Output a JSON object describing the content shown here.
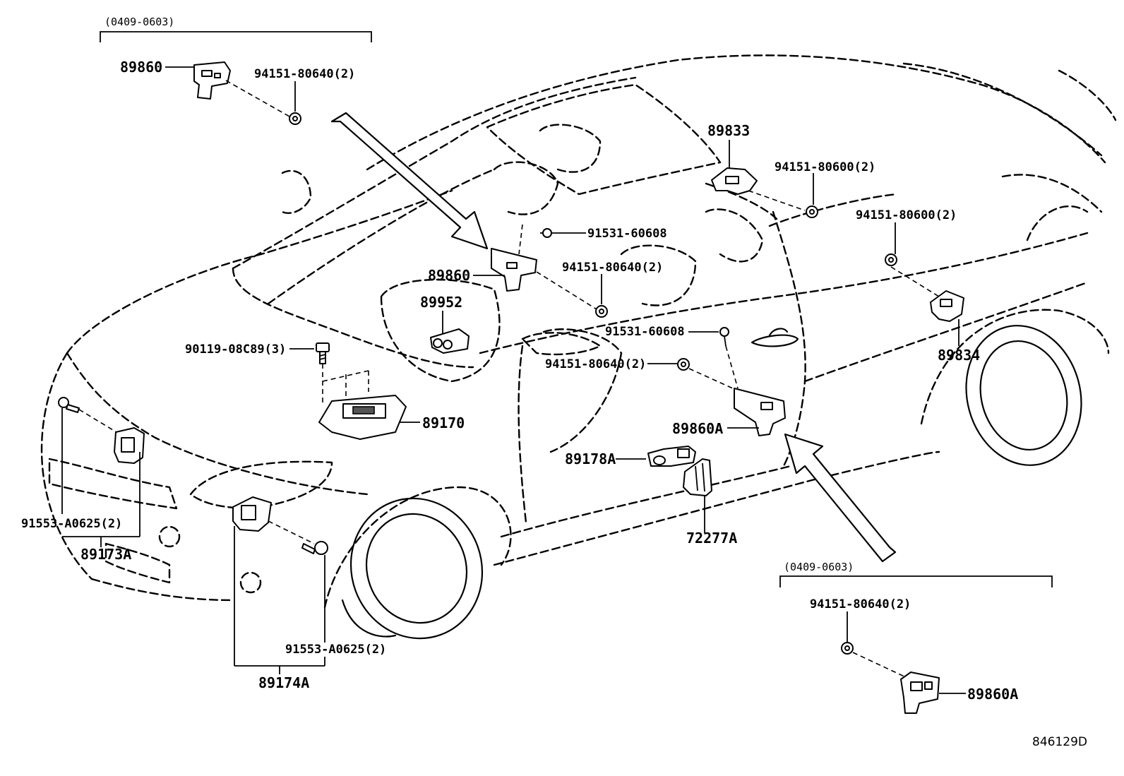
{
  "labels": {
    "range_top": "(0409-0603)",
    "range_bottom": "(0409-0603)",
    "p89860_top": "89860",
    "p94151_80640_top": "94151-80640(2)",
    "p89833": "89833",
    "p94151_80600_a": "94151-80600(2)",
    "p94151_80600_b": "94151-80600(2)",
    "p91531_60608_a": "91531-60608",
    "p89860_mid": "89860",
    "p94151_80640_mid": "94151-80640(2)",
    "p89952": "89952",
    "p90119": "90119-08C89(3)",
    "p91531_60608_b": "91531-60608",
    "p94151_80640_door": "94151-80640(2)",
    "p89834": "89834",
    "p89170": "89170",
    "p89860A_mid": "89860A",
    "p89178A": "89178A",
    "p72277A": "72277A",
    "p91553_left": "91553-A0625(2)",
    "p89173A": "89173A",
    "p91553_bottom": "91553-A0625(2)",
    "p89174A": "89174A",
    "p94151_80640_bottom": "94151-80640(2)",
    "p89860A_bottom": "89860A",
    "diagram_id": "846129D"
  }
}
